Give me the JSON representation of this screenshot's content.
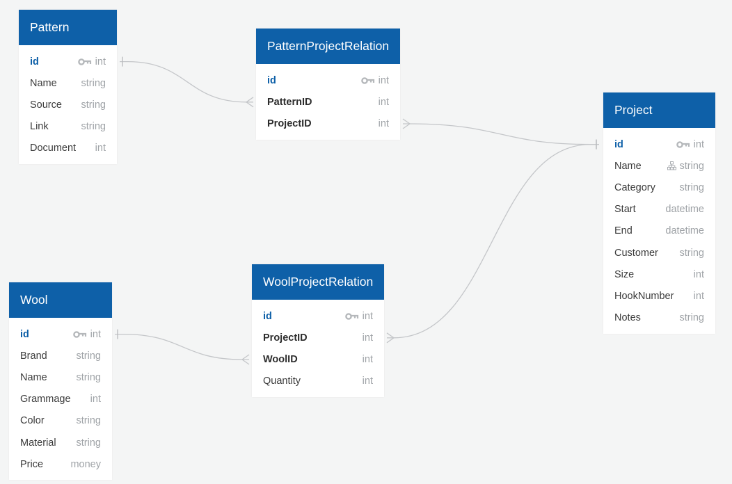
{
  "tables": [
    {
      "id": "pattern",
      "name": "Pattern",
      "fields": [
        {
          "name": "id",
          "type": "int",
          "role": "pk",
          "icon": "key-icon"
        },
        {
          "name": "Name",
          "type": "string"
        },
        {
          "name": "Source",
          "type": "string"
        },
        {
          "name": "Link",
          "type": "string"
        },
        {
          "name": "Document",
          "type": "int"
        }
      ]
    },
    {
      "id": "pattern-project-relation",
      "name": "PatternProjectRelation",
      "fields": [
        {
          "name": "id",
          "type": "int",
          "role": "pk",
          "icon": "key-icon"
        },
        {
          "name": "PatternID",
          "type": "int",
          "role": "fk"
        },
        {
          "name": "ProjectID",
          "type": "int",
          "role": "fk"
        }
      ]
    },
    {
      "id": "project",
      "name": "Project",
      "fields": [
        {
          "name": "id",
          "type": "int",
          "role": "pk",
          "icon": "key-icon"
        },
        {
          "name": "Name",
          "type": "string",
          "icon": "index-tree-icon"
        },
        {
          "name": "Category",
          "type": "string"
        },
        {
          "name": "Start",
          "type": "datetime"
        },
        {
          "name": "End",
          "type": "datetime"
        },
        {
          "name": "Customer",
          "type": "string"
        },
        {
          "name": "Size",
          "type": "int"
        },
        {
          "name": "HookNumber",
          "type": "int"
        },
        {
          "name": "Notes",
          "type": "string"
        }
      ]
    },
    {
      "id": "wool",
      "name": "Wool",
      "fields": [
        {
          "name": "id",
          "type": "int",
          "role": "pk",
          "icon": "key-icon"
        },
        {
          "name": "Brand",
          "type": "string"
        },
        {
          "name": "Name",
          "type": "string"
        },
        {
          "name": "Grammage",
          "type": "int"
        },
        {
          "name": "Color",
          "type": "string"
        },
        {
          "name": "Material",
          "type": "string"
        },
        {
          "name": "Price",
          "type": "money"
        }
      ]
    },
    {
      "id": "wool-project-relation",
      "name": "WoolProjectRelation",
      "fields": [
        {
          "name": "id",
          "type": "int",
          "role": "pk",
          "icon": "key-icon"
        },
        {
          "name": "ProjectID",
          "type": "int",
          "role": "fk"
        },
        {
          "name": "WoolID",
          "type": "int",
          "role": "fk"
        },
        {
          "name": "Quantity",
          "type": "int"
        }
      ]
    }
  ],
  "relations": [
    {
      "one": "Pattern.id",
      "many": "PatternProjectRelation.PatternID"
    },
    {
      "one": "Project.id",
      "many": "PatternProjectRelation.ProjectID"
    },
    {
      "one": "Project.id",
      "many": "WoolProjectRelation.ProjectID"
    },
    {
      "one": "Wool.id",
      "many": "WoolProjectRelation.WoolID"
    }
  ],
  "colors": {
    "header": "#0e60a8",
    "background": "#f4f5f5",
    "connector": "#c4c6c9",
    "type_text": "#9fa3a7"
  }
}
